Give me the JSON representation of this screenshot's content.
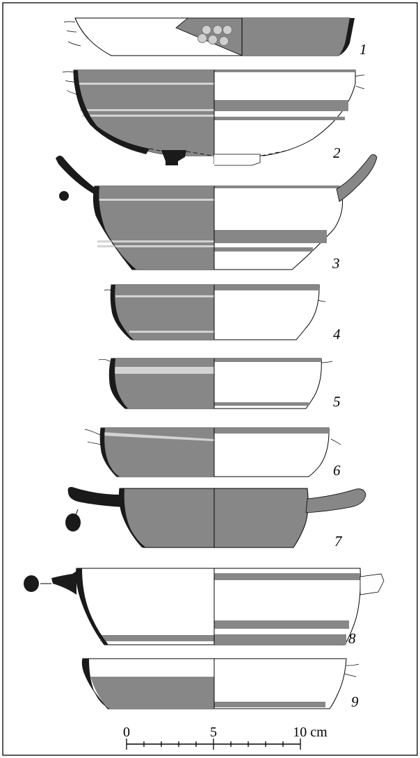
{
  "figure": {
    "vessels": [
      {
        "number": "1"
      },
      {
        "number": "2"
      },
      {
        "number": "3"
      },
      {
        "number": "4"
      },
      {
        "number": "5"
      },
      {
        "number": "6"
      },
      {
        "number": "7"
      },
      {
        "number": "8"
      },
      {
        "number": "9"
      }
    ],
    "scale": {
      "labels": [
        "0",
        "5",
        "10 cm"
      ],
      "min_cm": 0,
      "max_cm": 10,
      "minor_step_cm": 1
    },
    "colors": {
      "glaze": "#878787",
      "section": "#1a1a1a",
      "outline": "#000000",
      "reserved_band": "#ffffff",
      "light_band": "#d3d3d3"
    }
  }
}
